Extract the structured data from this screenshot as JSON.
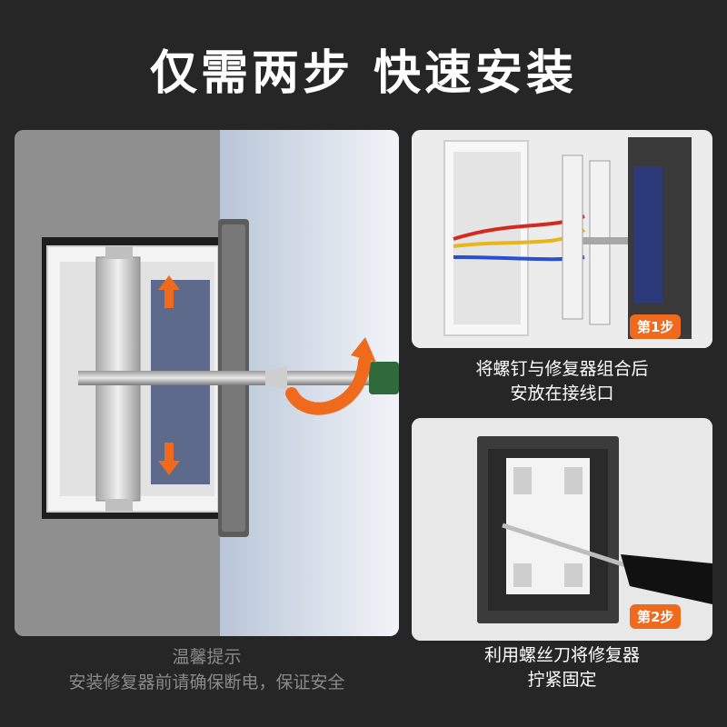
{
  "title": "仅需两步 快速安装",
  "step1": {
    "badge": "第1步",
    "caption_line1": "将螺钉与修复器组合后",
    "caption_line2": "安放在接线口"
  },
  "step2": {
    "badge": "第2步",
    "caption_line1": "利用螺丝刀将修复器",
    "caption_line2": "拧紧固定"
  },
  "tip": {
    "title": "温馨提示",
    "text": "安装修复器前请确保断电，保证安全"
  },
  "colors": {
    "accent": "#f06a1e",
    "background": "#262626"
  },
  "icons": [
    "up-arrow-icon",
    "down-arrow-icon",
    "curved-arrow-icon"
  ]
}
